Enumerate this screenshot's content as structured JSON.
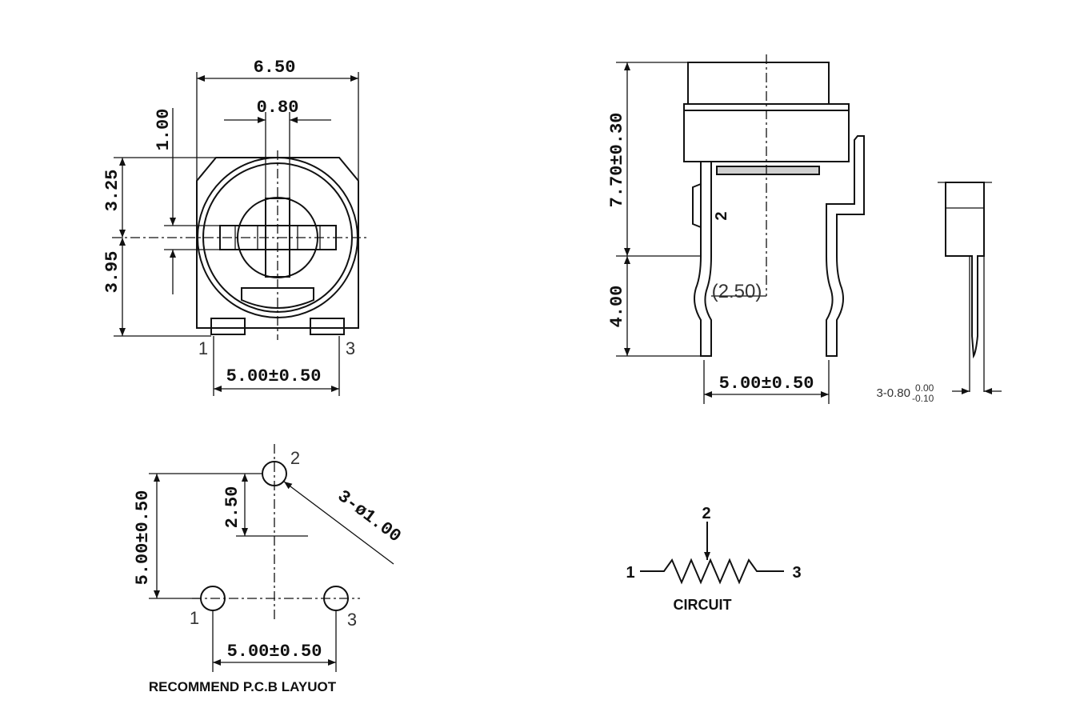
{
  "top_view": {
    "width_dim": "6.50",
    "slot_dim": "0.80",
    "depth_dim": "1.00",
    "upper_dim": "3.25",
    "lower_dim": "3.95",
    "pitch_dim": "5.00±0.50",
    "pin_left": "1",
    "pin_right": "3"
  },
  "side_view": {
    "height_dim": "7.70±0.30",
    "pin_label": "2",
    "offset_dim": "(2.50)",
    "lead_dim": "4.00",
    "pitch_dim": "5.00±0.50"
  },
  "end_view": {
    "lead_spec_main": "3-0.80",
    "lead_tol_upper": "0.00",
    "lead_tol_lower": "-0.10"
  },
  "pcb_layout": {
    "pin_top": "2",
    "pin_left": "1",
    "pin_right": "3",
    "height_dim": "5.00±0.50",
    "offset_dim": "2.50",
    "hole_spec": "3-ø1.00",
    "pitch_dim": "5.00±0.50",
    "caption": "RECOMMEND P.C.B LAYUOT"
  },
  "circuit": {
    "pin_left": "1",
    "pin_wiper": "2",
    "pin_right": "3",
    "caption": "CIRCUIT"
  }
}
